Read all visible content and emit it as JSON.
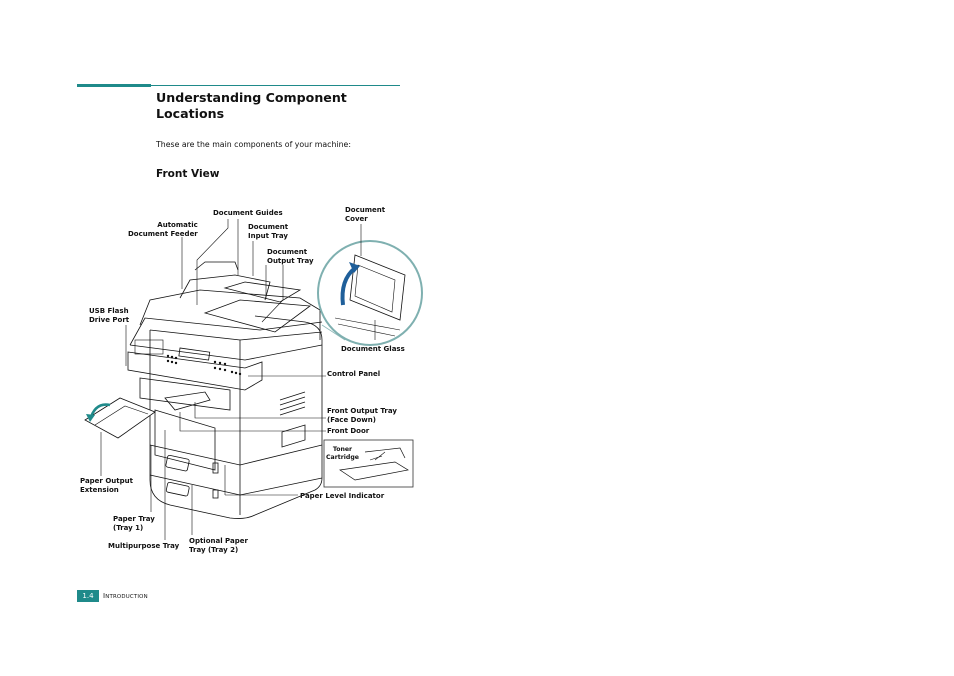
{
  "page": {
    "heading_line1": "Understanding Component",
    "heading_line2": "Locations",
    "intro": "These are the main components of your machine:",
    "subheading": "Front View"
  },
  "labels": {
    "adf_1": "Automatic",
    "adf_2": "Document Feeder",
    "doc_guides": "Document Guides",
    "doc_input_1": "Document",
    "doc_input_2": "Input Tray",
    "doc_output_1": "Document",
    "doc_output_2": "Output Tray",
    "doc_cover_1": "Document",
    "doc_cover_2": "Cover",
    "usb_1": "USB Flash",
    "usb_2": "Drive Port",
    "doc_glass": "Document Glass",
    "control_panel": "Control Panel",
    "front_output_1": "Front Output Tray",
    "front_output_2": "(Face Down)",
    "front_door": "Front Door",
    "toner_1": "Toner",
    "toner_2": "Cartridge",
    "paper_ext_1": "Paper Output",
    "paper_ext_2": "Extension",
    "paper_level": "Paper Level Indicator",
    "paper_tray_1": "Paper Tray",
    "paper_tray_2": "(Tray 1)",
    "multipurpose": "Multipurpose Tray",
    "optional_1": "Optional Paper",
    "optional_2": "Tray (Tray 2)"
  },
  "footer": {
    "page_number": "1.4",
    "section_initial": "I",
    "section_rest": "NTRODUCTION"
  },
  "colors": {
    "accent": "#1f8a8a"
  }
}
